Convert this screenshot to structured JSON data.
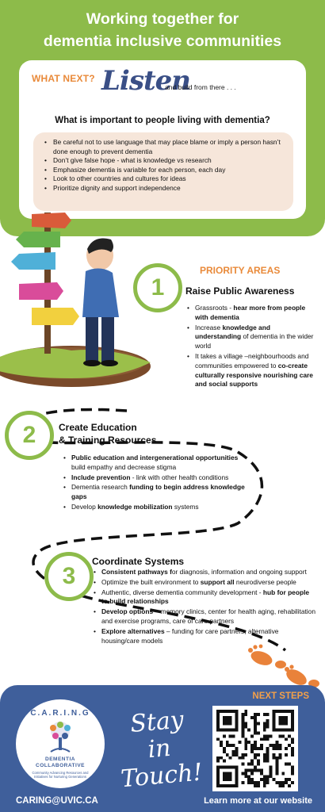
{
  "header": {
    "title_line1": "Working together for",
    "title_line2": "dementia inclusive communities"
  },
  "what_next": {
    "label": "WHAT NEXT?",
    "listen": "Listen",
    "build": "and build from there . . .",
    "question": "What is important to people living with dementia?",
    "tips": [
      "Be careful not to use language that may place blame or imply a person hasn’t done enough to prevent dementia",
      "Don’t give false hope - what is knowledge vs research",
      "Emphasize dementia is variable for each person, each day",
      "Look to other countries and cultures for ideas",
      "Prioritize dignity and support independence"
    ]
  },
  "priority": {
    "label": "PRIORITY AREAS",
    "area1": {
      "number": "1",
      "title": "Raise Public Awareness",
      "items": [
        {
          "pre": "Grassroots - ",
          "bold": "hear more from people with dementia",
          "post": ""
        },
        {
          "pre": " Increase ",
          "bold": "knowledge and understanding",
          "post": " of dementia in the wider world"
        },
        {
          "pre": "It takes a village –neighbourhoods and communities empowered to ",
          "bold": "co-create culturally responsive nourishing care and social supports",
          "post": ""
        }
      ]
    },
    "area2": {
      "number": "2",
      "title_line1": "Create Education",
      "title_line2": "& Training Resources",
      "items": [
        {
          "pre": "",
          "bold": "Public education and intergenerational opportunities",
          "post": " build empathy and decrease stigma"
        },
        {
          "pre": "",
          "bold": "Include prevention",
          "post": " - link with other health conditions"
        },
        {
          "pre": "Dementia research ",
          "bold": "funding to begin address knowledge gaps",
          "post": ""
        },
        {
          "pre": "Develop ",
          "bold": "knowledge mobilization",
          "post": " systems"
        }
      ]
    },
    "area3": {
      "number": "3",
      "title": "Coordinate Systems",
      "items": [
        {
          "pre": "",
          "bold": "Consistent pathways f",
          "post": "or diagnosis, information and ongoing support"
        },
        {
          "pre": "Optimize the built environment to ",
          "bold": "support all",
          "post": " neurodiverse people"
        },
        {
          "pre": "Authentic, diverse dementia community development - ",
          "bold": "hub for people to build relationships",
          "post": ""
        },
        {
          "pre": "",
          "bold": "Develop options",
          "post": " – memory clinics, center for health aging, rehabilitation and exercise programs, care of care partners"
        },
        {
          "pre": "",
          "bold": "Explore alternatives",
          "post": " – funding for care partners, alternative housing/care models"
        }
      ]
    }
  },
  "footer": {
    "next_steps": "NEXT STEPS",
    "logo_caring": "C.A.R.I.N.G",
    "logo_dementia": "DEMENTIA",
    "logo_collab": "COLLABORATIVE",
    "logo_tagline": "Community Advancing Resources and Initiatives for Nurturing Generations",
    "stay_line1": "Stay",
    "stay_line2": "in Touch!",
    "email": "CARING@UVIC.CA",
    "learn_more": "Learn more at our website"
  },
  "colors": {
    "green": "#8dbb4a",
    "orange": "#e98a3a",
    "navy": "#3f5f9b",
    "peach": "#f6e6da"
  }
}
